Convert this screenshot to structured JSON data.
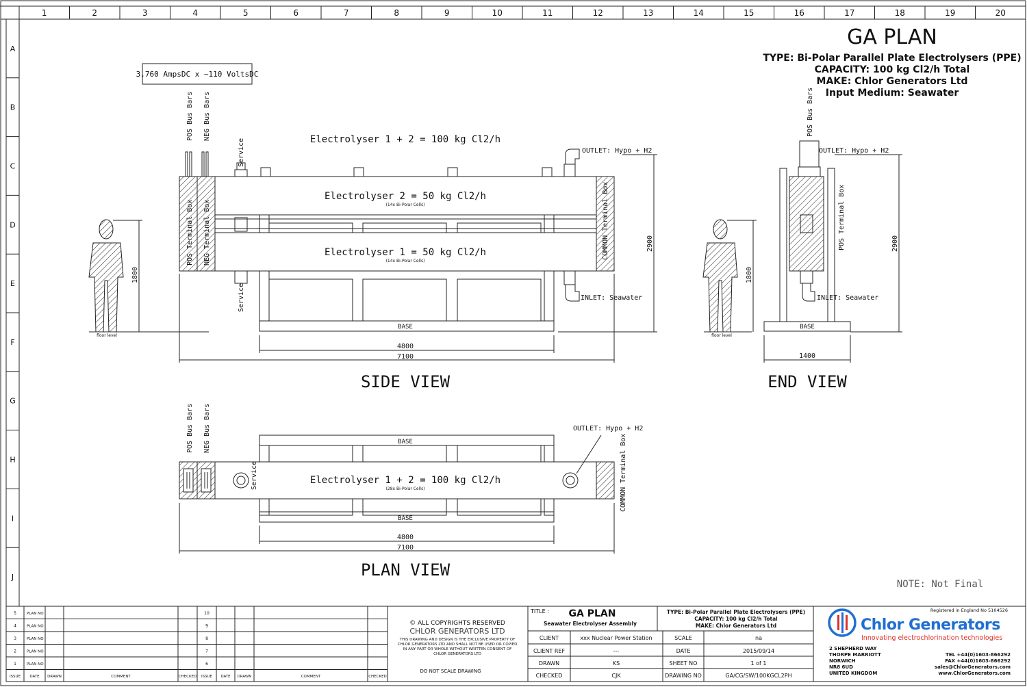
{
  "grid": {
    "columns": [
      "1",
      "2",
      "3",
      "4",
      "5",
      "6",
      "7",
      "8",
      "9",
      "10",
      "11",
      "12",
      "13",
      "14",
      "15",
      "16",
      "17",
      "18",
      "19",
      "20"
    ],
    "rows": [
      "A",
      "B",
      "C",
      "D",
      "E",
      "F",
      "G",
      "H",
      "I",
      "J"
    ]
  },
  "header": {
    "title": "GA PLAN",
    "type": "TYPE:  Bi-Polar Parallel Plate Electrolysers (PPE)",
    "capacity": "CAPACITY:  100 kg Cl2/h Total",
    "make": "MAKE:  Chlor Generators Ltd",
    "medium": "Input Medium: Seawater"
  },
  "power_note": "3,760 AmpsDC x ~110 VoltsDC",
  "side_view": {
    "title": "SIDE VIEW",
    "electrolyser_total": "Electrolyser 1 + 2 = 100 kg Cl2/h",
    "electrolyser_2": "Electrolyser 2 = 50 kg Cl2/h",
    "electrolyser_2_cells": "(14x Bi-Polar Cells)",
    "electrolyser_1": "Electrolyser 1 = 50 kg Cl2/h",
    "electrolyser_1_cells": "(14x Bi-Polar Cells)",
    "pos_bus_bars": "POS Bus Bars",
    "neg_bus_bars": "NEG Bus Bars",
    "pos_terminal_box": "POS Terminal Box",
    "neg_terminal_box": "NEG Terminal Box",
    "common_terminal_box": "COMMON Terminal Box",
    "service_top": "Service",
    "service_bottom": "Service",
    "outlet": "OUTLET: Hypo + H2",
    "inlet": "INLET: Seawater",
    "base": "BASE",
    "dim_base": "4800",
    "dim_total": "7100",
    "dim_height": "2900",
    "dim_person": "1800",
    "floor_level": "floor level"
  },
  "end_view": {
    "title": "END VIEW",
    "pos_bus_bars": "POS Bus Bars",
    "pos_terminal_box": "POS Terminal Box",
    "outlet": "OUTLET: Hypo + H2",
    "inlet": "INLET: Seawater",
    "base": "BASE",
    "dim_width": "1400",
    "dim_height": "2900",
    "dim_person": "1800",
    "floor_level": "floor level"
  },
  "plan_view": {
    "title": "PLAN VIEW",
    "pos_bus_bars": "POS Bus Bars",
    "neg_bus_bars": "NEG Bus Bars",
    "outlet": "OUTLET: Hypo + H2",
    "service": "Service",
    "common_terminal_box": "COMMON Terminal Box",
    "base_top": "BASE",
    "base_bottom": "BASE",
    "electrolyser": "Electrolyser 1 + 2 = 100 kg Cl2/h",
    "cells": "(28x Bi-Polar Cells)",
    "dim_base": "4800",
    "dim_total": "7100"
  },
  "note": "NOTE: Not Final",
  "revisions": {
    "left_rows": [
      {
        "issue": "5",
        "date": "PLAN NO"
      },
      {
        "issue": "4",
        "date": "PLAN NO"
      },
      {
        "issue": "3",
        "date": "PLAN NO"
      },
      {
        "issue": "2",
        "date": "PLAN NO"
      },
      {
        "issue": "1",
        "date": "PLAN NO"
      }
    ],
    "right_rows": [
      "10",
      "9",
      "8",
      "7",
      "6"
    ],
    "headers": [
      "ISSUE",
      "DATE",
      "DRAWN",
      "COMMENT",
      "CHECKED",
      "ISSUE",
      "DATE",
      "DRAWN",
      "COMMENT",
      "CHECKED"
    ]
  },
  "copyright": {
    "line1": "© ALL COPYRIGHTS RESERVED",
    "line2": "CHLOR GENERATORS LTD",
    "line3": "THIS DRAWING AND DESIGN IS THE EXCLUSIVE PROPERTY OF",
    "line4": "CHLOR GENERATORS LTD AND SHALL NOT BE USED OR COPIED",
    "line5": "IN ANY PART OR WHOLE WITHOUT WRITTEN CONSENT OF",
    "line6": "CHLOR GENERATORS LTD",
    "scale_note": "DO NOT SCALE DRAWING"
  },
  "titleblock": {
    "title_label": "TITLE :",
    "title": "GA PLAN",
    "subtitle": "Seawater Electrolyser Assembly",
    "type": "TYPE:  Bi-Polar Parallel Plate Electrolysers (PPE)",
    "capacity": "CAPACITY:  100 kg Cl2/h Total",
    "make": "MAKE:  Chlor Generators Ltd",
    "client_label": "CLIENT",
    "client": "xxx Nuclear Power Station",
    "client_ref_label": "CLIENT REF",
    "client_ref": "---",
    "drawn_label": "DRAWN",
    "drawn": "KS",
    "checked_label": "CHECKED",
    "checked": "CJK",
    "scale_label": "SCALE",
    "scale": "na",
    "date_label": "DATE",
    "date": "2015/09/14",
    "sheet_label": "SHEET NO",
    "sheet": "1 of 1",
    "drawing_label": "DRAWING NO",
    "drawing": "GA/CG/SW/100KGCL2PH"
  },
  "company": {
    "registered": "Registered in England No 5104526",
    "name": "Chlor Generators",
    "tagline": "Innovating electrochlorination technologies",
    "address1": "2 SHEPHERD WAY",
    "address2": "THORPE MARRIOTT",
    "address3": "NORWICH",
    "address4": "NR8 6UD",
    "address5": "UNITED KINGDOM",
    "tel": "TEL  +44(0)1603-866292",
    "fax": "FAX  +44(0)1603-866292",
    "email": "sales@ChlorGenerators.com",
    "web": "www.ChlorGenerators.com",
    "brand_color": "#1f6fd1",
    "logo_red": "#d9322a"
  }
}
